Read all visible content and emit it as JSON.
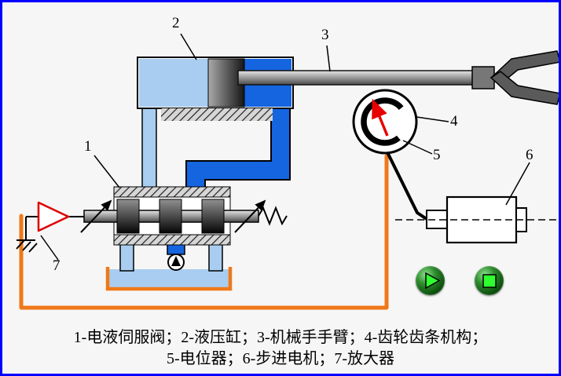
{
  "window": {
    "background": "#f6f6f6",
    "border_color": "#0000ff"
  },
  "colors": {
    "hydraulic_blue": "#1565e0",
    "light_blue": "#a8cdf0",
    "wire_orange": "#f07818",
    "amplifier_red": "#dd0000",
    "needle_red": "#e80000",
    "button_glyph_green": "#2eff2e"
  },
  "callouts": {
    "c1": "1",
    "c2": "2",
    "c3": "3",
    "c4": "4",
    "c5": "5",
    "c6": "6",
    "c7": "7"
  },
  "caption": {
    "line1": "1-电液伺服阀；2-液压缸；3-机械手手臂；4-齿轮齿条机构；",
    "line2": "5-电位器；6-步进电机；7-放大器"
  },
  "icons": {
    "play": "▶",
    "stop": "■"
  }
}
